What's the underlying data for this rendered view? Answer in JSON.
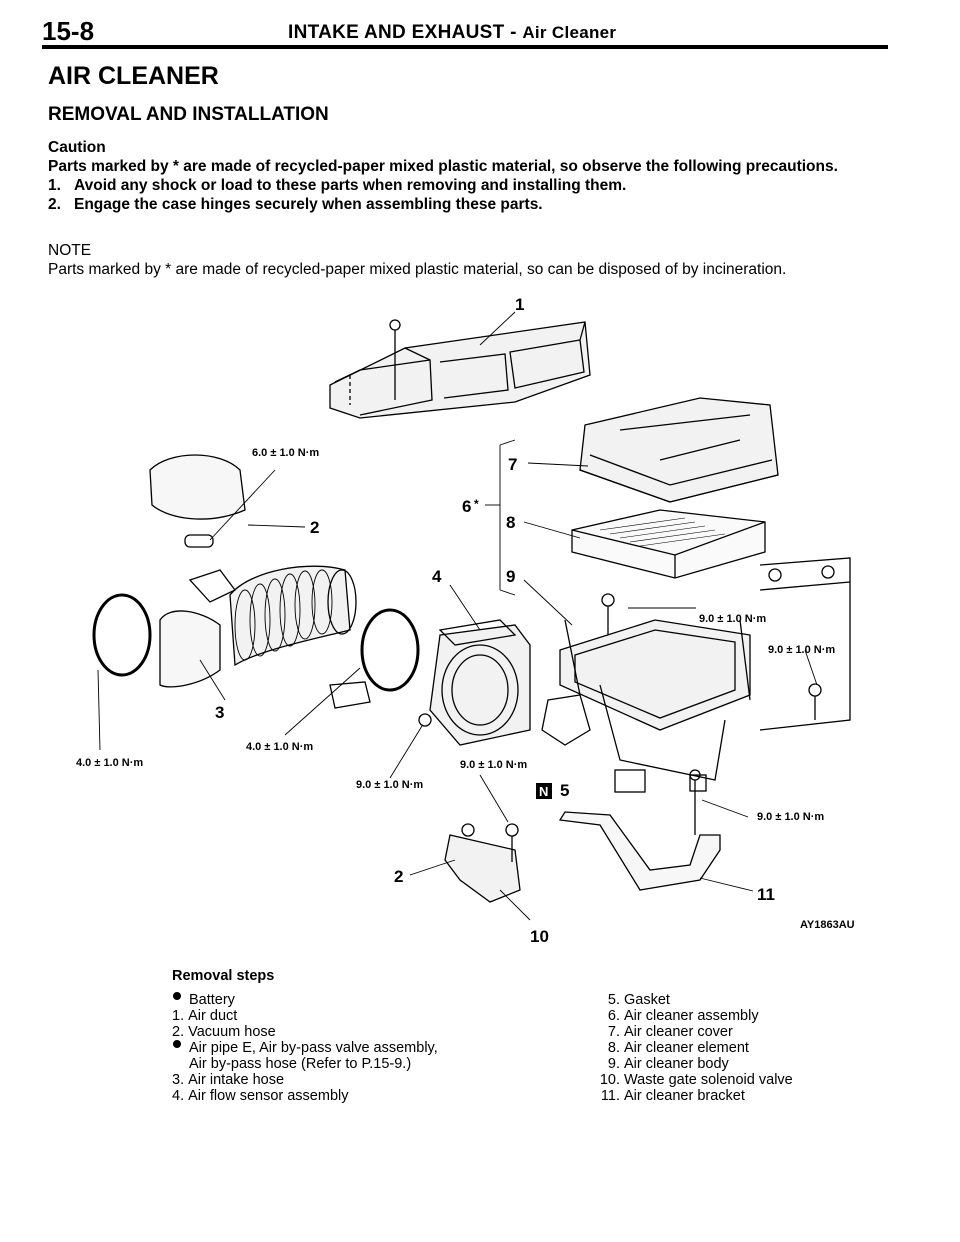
{
  "header": {
    "page_number": "15-8",
    "section": "INTAKE AND EXHAUST -",
    "subsection": "Air Cleaner"
  },
  "title": "AIR CLEANER",
  "subtitle": "REMOVAL AND INSTALLATION",
  "caution": {
    "heading": "Caution",
    "text": "Parts marked by * are made of recycled-paper mixed plastic material, so observe the following precautions.",
    "items": [
      {
        "num": "1.",
        "text": "Avoid any shock or load to these parts when removing and installing them."
      },
      {
        "num": "2.",
        "text": "Engage the case hinges securely when assembling these parts."
      }
    ]
  },
  "note": {
    "heading": "NOTE",
    "text": "Parts marked by * are made of recycled-paper mixed plastic material, so can be disposed of by incineration."
  },
  "figure": {
    "id": "AY1863AU",
    "callouts": {
      "c1": "1",
      "c2a": "2",
      "c2b": "2",
      "c3": "3",
      "c4": "4",
      "c5": "5",
      "c6": "6",
      "c6_star": "*",
      "c7": "7",
      "c8": "8",
      "c9": "9",
      "c10": "10",
      "c11": "11",
      "new_part_badge": "N"
    },
    "torques": {
      "t_hose": "6.0 ± 1.0 N·m",
      "t_clamp_left": "4.0 ± 1.0 N·m",
      "t_clamp_mid": "4.0 ± 1.0 N·m",
      "t_sensor": "9.0 ± 1.0 N·m",
      "t_bracket_bolt": "9.0 ± 1.0 N·m",
      "t_body_top": "9.0 ± 1.0 N·m",
      "t_battery": "9.0 ± 1.0 N·m",
      "t_bracket_right": "9.0 ± 1.0 N·m"
    }
  },
  "removal_steps": {
    "title": "Removal steps",
    "left": [
      {
        "lead": "●",
        "text": "Battery"
      },
      {
        "lead": "1.",
        "text": "Air duct"
      },
      {
        "lead": "2.",
        "text": "Vacuum hose"
      },
      {
        "lead": "●",
        "text": "Air pipe E, Air by-pass valve assembly,"
      },
      {
        "lead": "",
        "text": "Air by-pass hose (Refer to P.15-9.)"
      },
      {
        "lead": "3.",
        "text": "Air intake hose"
      },
      {
        "lead": "4.",
        "text": "Air flow sensor assembly"
      }
    ],
    "right": [
      {
        "lead": "5.",
        "text": "Gasket"
      },
      {
        "lead": "6.",
        "text": "Air cleaner assembly"
      },
      {
        "lead": "7.",
        "text": "Air cleaner cover"
      },
      {
        "lead": "8.",
        "text": "Air cleaner element"
      },
      {
        "lead": "9.",
        "text": "Air cleaner body"
      },
      {
        "lead": "10.",
        "text": "Waste gate solenoid valve"
      },
      {
        "lead": "11.",
        "text": "Air cleaner bracket"
      }
    ]
  }
}
